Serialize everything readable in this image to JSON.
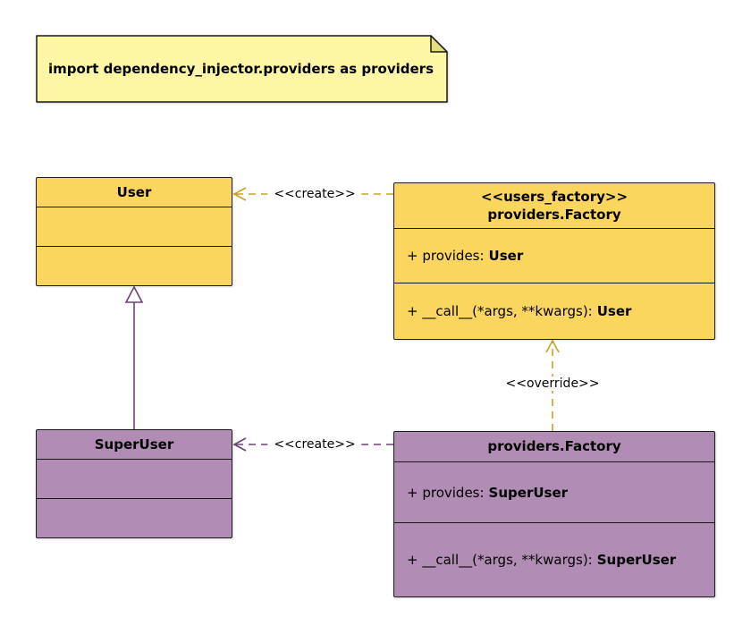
{
  "note": {
    "text": "import dependency_injector.providers as providers"
  },
  "classes": {
    "user": {
      "title": "User"
    },
    "users_factory": {
      "stereotype": "<<users_factory>>",
      "title": "providers.Factory",
      "provides_label": "+ provides:",
      "provides_type": "User",
      "call_label": "+ __call__(*args, **kwargs):",
      "call_type": "User"
    },
    "superuser": {
      "title": "SuperUser"
    },
    "superuser_factory": {
      "title": "providers.Factory",
      "provides_label": "+ provides:",
      "provides_type": "SuperUser",
      "call_label": "+ __call__(*args, **kwargs):",
      "call_type": "SuperUser"
    }
  },
  "edges": {
    "create_user": {
      "label": "<<create>>"
    },
    "create_superuser": {
      "label": "<<create>>"
    },
    "override": {
      "label": "<<override>>"
    }
  },
  "colors": {
    "canvas_bg": "#FFFFFF",
    "note_fill": "#FCF6A5",
    "note_fold": "#E6DD7A",
    "yellow_fill": "#FBD65F",
    "purple_fill": "#B18CB4",
    "yellow_arrow": "#C9A227",
    "purple_arrow": "#6E4273",
    "border": "#1A1A1A",
    "text": "#000000"
  }
}
